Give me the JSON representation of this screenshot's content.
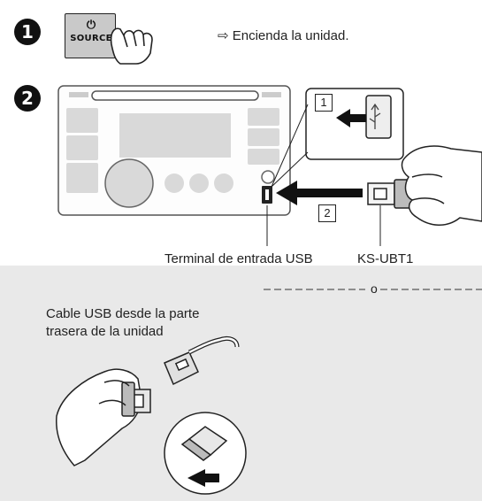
{
  "steps": [
    {
      "number": "1",
      "button_icon": "power-icon",
      "button_label": "SOURCE",
      "instruction": "⇨ Encienda la unidad."
    },
    {
      "number": "2"
    }
  ],
  "callouts": {
    "box1": "1",
    "box2": "2",
    "usb_terminal_label": "Terminal de entrada USB",
    "adapter_label": "KS-UBT1"
  },
  "separator": {
    "text": "o"
  },
  "alternative": {
    "caption_line1": "Cable USB desde la parte",
    "caption_line2": "trasera de la unidad"
  },
  "colors": {
    "background_bottom": "#e9e9e9",
    "step_badge": "#111111",
    "button_fill": "#c9c9c9"
  }
}
